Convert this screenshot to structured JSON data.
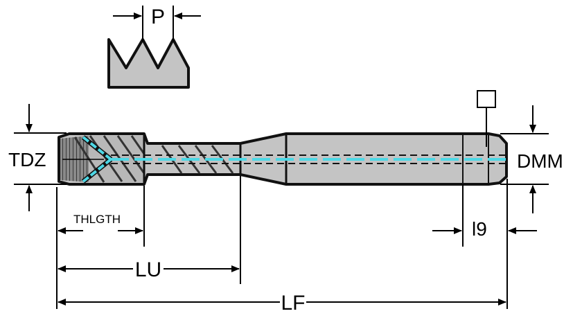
{
  "labels": {
    "pitch": "P",
    "tdz": "TDZ",
    "dmm": "DMM",
    "thlgth": "THLGTH",
    "i9": "l9",
    "lu": "LU",
    "lf": "LF"
  },
  "colors": {
    "body": "#c4c4c4",
    "outline": "#111111",
    "coolant": "#4dd8e6",
    "thread_dark": "#6a6a6a"
  }
}
